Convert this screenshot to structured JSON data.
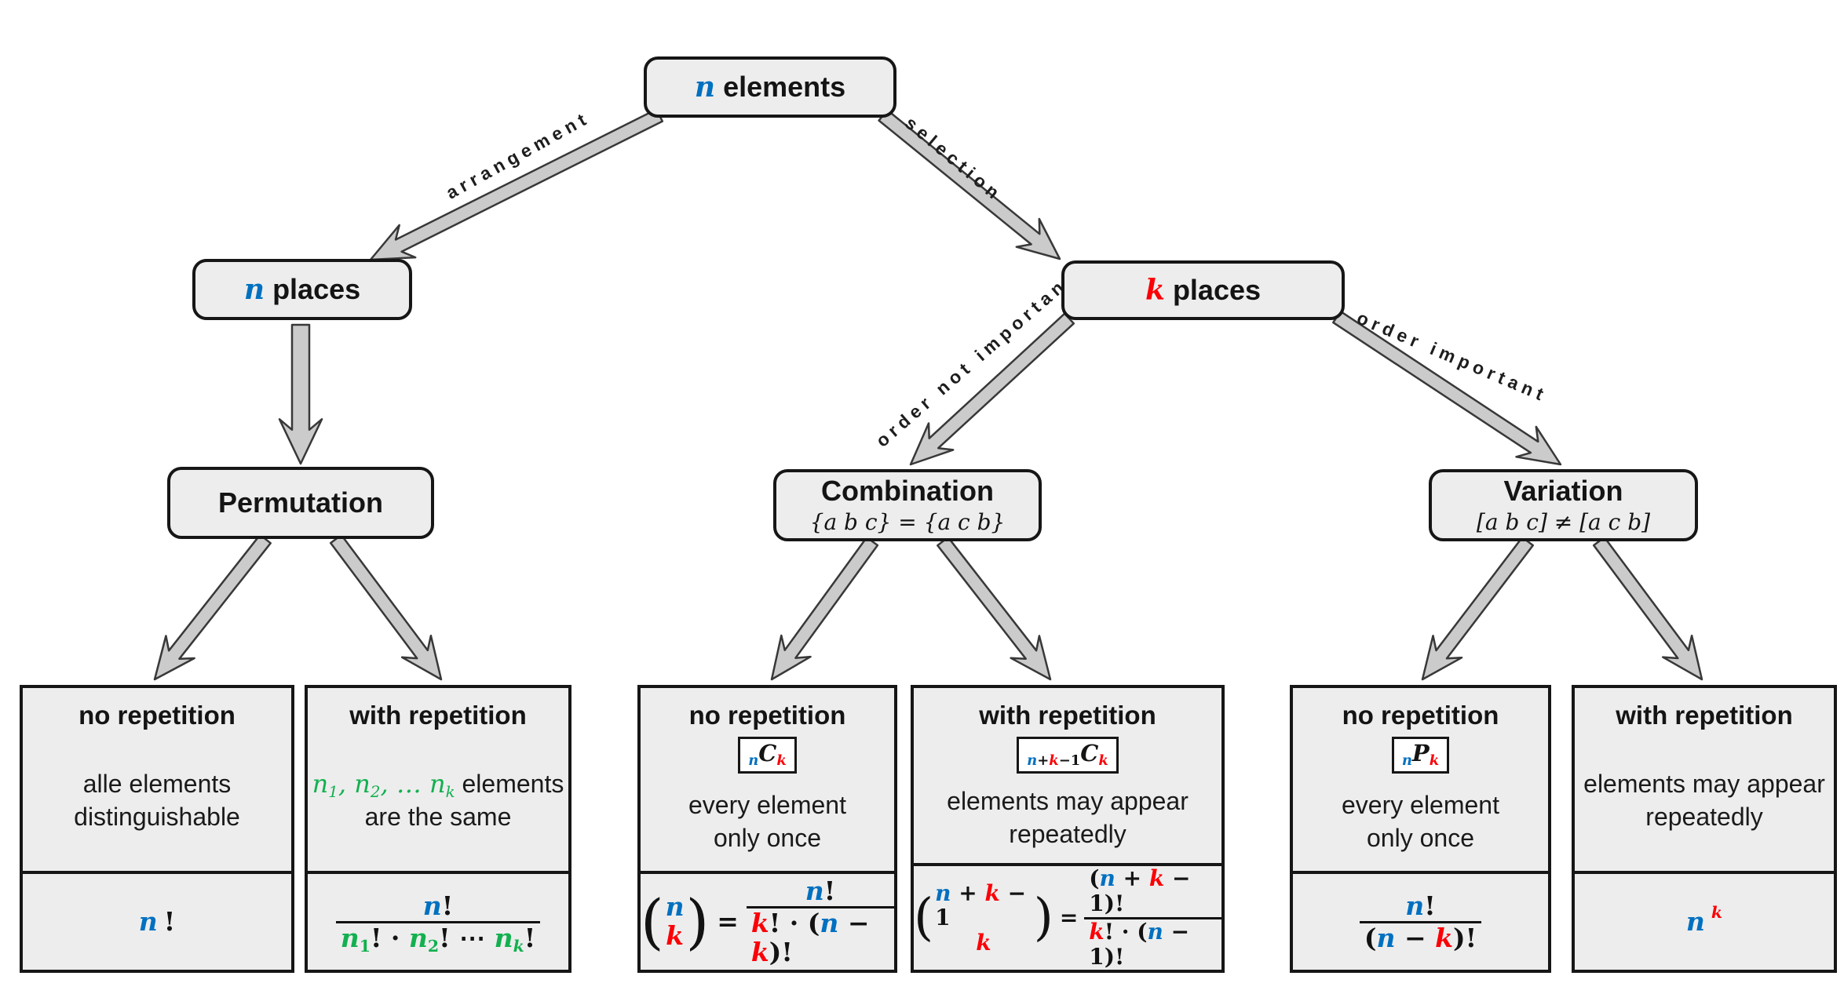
{
  "palette": {
    "blue": "#0070C0",
    "red": "#FB0007",
    "green": "#12B04F",
    "box_fill": "#EDEDED",
    "box_border": "#161616",
    "arrow_fill": "#CBCBCB",
    "arrow_stroke": "#383838"
  },
  "nodes": {
    "root": {
      "var": "n",
      "var_color": "blue",
      "label": "elements"
    },
    "n_places": {
      "var": "n",
      "var_color": "blue",
      "label": "places"
    },
    "k_places": {
      "var": "k",
      "var_color": "red",
      "label": "places"
    },
    "permutation": {
      "title": "Permutation"
    },
    "combination": {
      "title": "Combination",
      "subtitle": "{a b c} = {a c b}"
    },
    "variation": {
      "title": "Variation",
      "subtitle": "[a b c] ≠ [a c b]"
    }
  },
  "edges": {
    "arrangement": "arrangement",
    "selection": "selection",
    "order_not_important": "order not important",
    "order_important": "order important"
  },
  "leaves": [
    {
      "heading": "no repetition",
      "desc1": "alle elements",
      "desc2": "distinguishable",
      "formula": {
        "tokens": [
          {
            "t": "n",
            "c": "blue"
          },
          {
            "t": "!",
            "rm": 1
          }
        ]
      }
    },
    {
      "heading": "with repetition",
      "desc1_tokens": [
        {
          "t": "n",
          "c": "green",
          "m": 1
        },
        {
          "t": "1",
          "c": "green",
          "m": 1,
          "v": "sub",
          "rm": 1
        },
        {
          "t": ", ",
          "c": "green",
          "m": 1,
          "rm": 1
        },
        {
          "t": "n",
          "c": "green",
          "m": 1
        },
        {
          "t": "2",
          "c": "green",
          "m": 1,
          "v": "sub",
          "rm": 1
        },
        {
          "t": ", … ",
          "c": "green",
          "m": 1,
          "rm": 1
        },
        {
          "t": "n",
          "c": "green",
          "m": 1
        },
        {
          "t": "k",
          "c": "green",
          "m": 1,
          "v": "sub"
        },
        {
          "t": " elements"
        }
      ],
      "desc2": "are the same",
      "formula": {
        "num": [
          {
            "t": "n",
            "c": "blue"
          },
          {
            "t": "!",
            "rm": 1
          }
        ],
        "den": [
          {
            "t": "n",
            "c": "green"
          },
          {
            "t": "1",
            "c": "green",
            "v": "sub",
            "rm": 1
          },
          {
            "t": "!",
            "rm": 1
          },
          {
            "t": " · ",
            "rm": 1
          },
          {
            "t": "n",
            "c": "green"
          },
          {
            "t": "2",
            "c": "green",
            "v": "sub",
            "rm": 1
          },
          {
            "t": "!",
            "rm": 1
          },
          {
            "t": " ⋯ ",
            "rm": 1
          },
          {
            "t": "n",
            "c": "green"
          },
          {
            "t": "k",
            "c": "green",
            "v": "sub"
          },
          {
            "t": "!",
            "rm": 1
          }
        ]
      }
    },
    {
      "heading": "no repetition",
      "badge": [
        {
          "t": "n",
          "c": "blue",
          "v": "sub"
        },
        {
          "t": "C"
        },
        {
          "t": "k",
          "c": "red",
          "v": "sub"
        }
      ],
      "desc1": "every element",
      "desc2": "only once",
      "formula": {
        "binom_top": [
          {
            "t": "n",
            "c": "blue"
          }
        ],
        "binom_bottom": [
          {
            "t": "k",
            "c": "red"
          }
        ],
        "eq": "=",
        "num": [
          {
            "t": "n",
            "c": "blue"
          },
          {
            "t": "!",
            "rm": 1
          }
        ],
        "den": [
          {
            "t": "k",
            "c": "red"
          },
          {
            "t": "!",
            "rm": 1
          },
          {
            "t": " · (",
            "rm": 1
          },
          {
            "t": "n",
            "c": "blue"
          },
          {
            "t": " − ",
            "rm": 1
          },
          {
            "t": "k",
            "c": "red"
          },
          {
            "t": ")!",
            "rm": 1
          }
        ]
      }
    },
    {
      "heading": "with repetition",
      "badge": [
        {
          "t": "n",
          "c": "blue",
          "v": "sub"
        },
        {
          "t": "+",
          "v": "sub",
          "rm": 1
        },
        {
          "t": "k",
          "c": "red",
          "v": "sub"
        },
        {
          "t": "−1",
          "v": "sub",
          "rm": 1
        },
        {
          "t": "C"
        },
        {
          "t": "k",
          "c": "red",
          "v": "sub"
        }
      ],
      "desc1": "elements may appear",
      "desc2": "repeatedly",
      "formula": {
        "binom_top": [
          {
            "t": "n",
            "c": "blue"
          },
          {
            "t": " + ",
            "rm": 1
          },
          {
            "t": "k",
            "c": "red"
          },
          {
            "t": " − 1",
            "rm": 1
          }
        ],
        "binom_bottom": [
          {
            "t": "k",
            "c": "red"
          }
        ],
        "eq": "=",
        "num": [
          {
            "t": "(",
            "rm": 1
          },
          {
            "t": "n",
            "c": "blue"
          },
          {
            "t": " + ",
            "rm": 1
          },
          {
            "t": "k",
            "c": "red"
          },
          {
            "t": " − 1",
            "rm": 1
          },
          {
            "t": ")!",
            "rm": 1
          }
        ],
        "den": [
          {
            "t": "k",
            "c": "red"
          },
          {
            "t": "!",
            "rm": 1
          },
          {
            "t": " · (",
            "rm": 1
          },
          {
            "t": "n",
            "c": "blue"
          },
          {
            "t": " − 1",
            "rm": 1
          },
          {
            "t": ")!",
            "rm": 1
          }
        ]
      }
    },
    {
      "heading": "no repetition",
      "badge": [
        {
          "t": "n",
          "c": "blue",
          "v": "sub"
        },
        {
          "t": "P"
        },
        {
          "t": "k",
          "c": "red",
          "v": "sub"
        }
      ],
      "desc1": "every element",
      "desc2": "only once",
      "formula": {
        "num": [
          {
            "t": "n",
            "c": "blue"
          },
          {
            "t": "!",
            "rm": 1
          }
        ],
        "den": [
          {
            "t": "(",
            "rm": 1
          },
          {
            "t": "n",
            "c": "blue"
          },
          {
            "t": " − ",
            "rm": 1
          },
          {
            "t": "k",
            "c": "red"
          },
          {
            "t": ")!",
            "rm": 1
          }
        ]
      }
    },
    {
      "heading": "with repetition",
      "desc1": "elements may appear",
      "desc2": "repeatedly",
      "formula": {
        "tokens": [
          {
            "t": "n",
            "c": "blue"
          },
          {
            "t": "k",
            "c": "red",
            "v": "sup"
          }
        ]
      }
    }
  ]
}
